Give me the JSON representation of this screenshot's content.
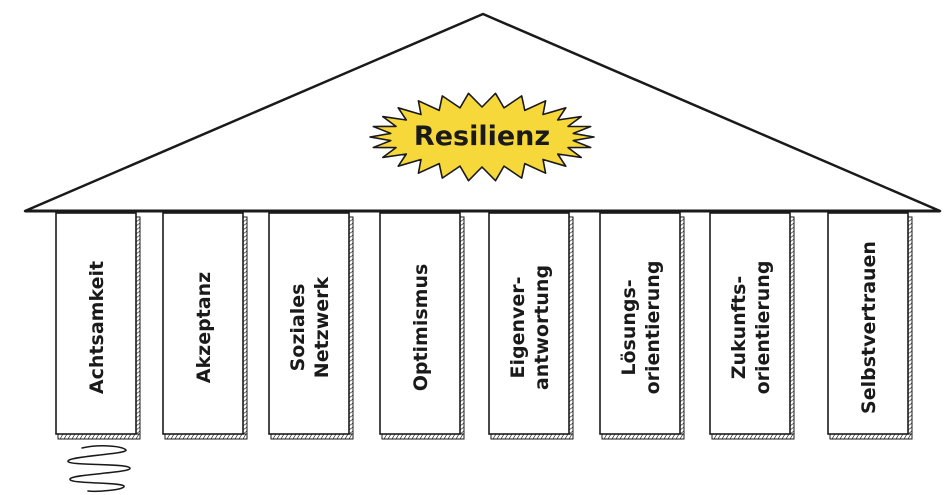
{
  "roof": {
    "title": "Resilienz",
    "badge_color": "#F7D83A",
    "stroke_color": "#1a1a1a"
  },
  "pillars": [
    {
      "lines": [
        "Achtsamkeit"
      ]
    },
    {
      "lines": [
        "Akzeptanz"
      ]
    },
    {
      "lines": [
        "Soziales",
        "Netzwerk"
      ]
    },
    {
      "lines": [
        "Optimismus"
      ]
    },
    {
      "lines": [
        "Eigenver-",
        "antwortung"
      ]
    },
    {
      "lines": [
        "Lösungs-",
        "orientierung"
      ]
    },
    {
      "lines": [
        "Zukunfts-",
        "orientierung"
      ]
    },
    {
      "lines": [
        "Selbstvertrauen"
      ]
    }
  ]
}
